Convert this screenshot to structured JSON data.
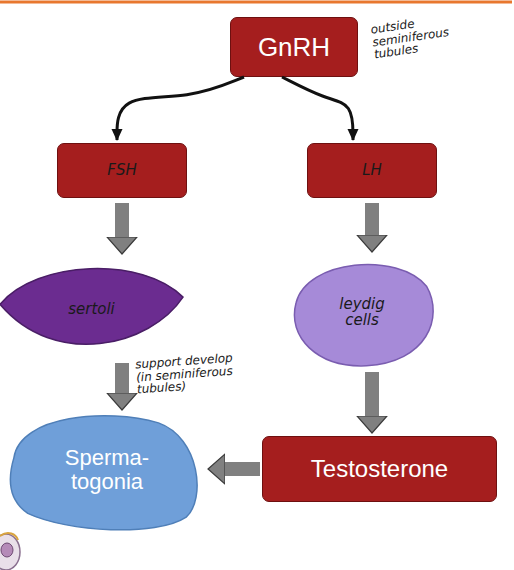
{
  "diagram": {
    "nodes": [
      {
        "text": [
          "GnRH"
        ]
      },
      {
        "text": [
          "FSH"
        ]
      },
      {
        "text": [
          "LH"
        ]
      },
      {
        "text": [
          "sertoli"
        ]
      },
      {
        "text": [
          "leydig cells"
        ]
      },
      {
        "text": [
          "Sperma- togonia"
        ]
      },
      {
        "text": [
          "Testosterone"
        ]
      }
    ],
    "edges": [
      {
        "from": 0,
        "to": 1,
        "arrow": "to"
      },
      {
        "from": 0,
        "to": 2,
        "arrow": "to"
      },
      {
        "from": 1,
        "to": 3,
        "arrow": "to"
      },
      {
        "from": 2,
        "to": 4,
        "arrow": "to"
      },
      {
        "from": 3,
        "to": 5,
        "label": "support develop (in seminiferous tubules)",
        "arrow": "to"
      },
      {
        "from": 4,
        "to": 6,
        "arrow": "to"
      },
      {
        "from": 6,
        "to": 5,
        "arrow": "to"
      }
    ],
    "labels": [
      "outside seminiferous tubules"
    ]
  }
}
